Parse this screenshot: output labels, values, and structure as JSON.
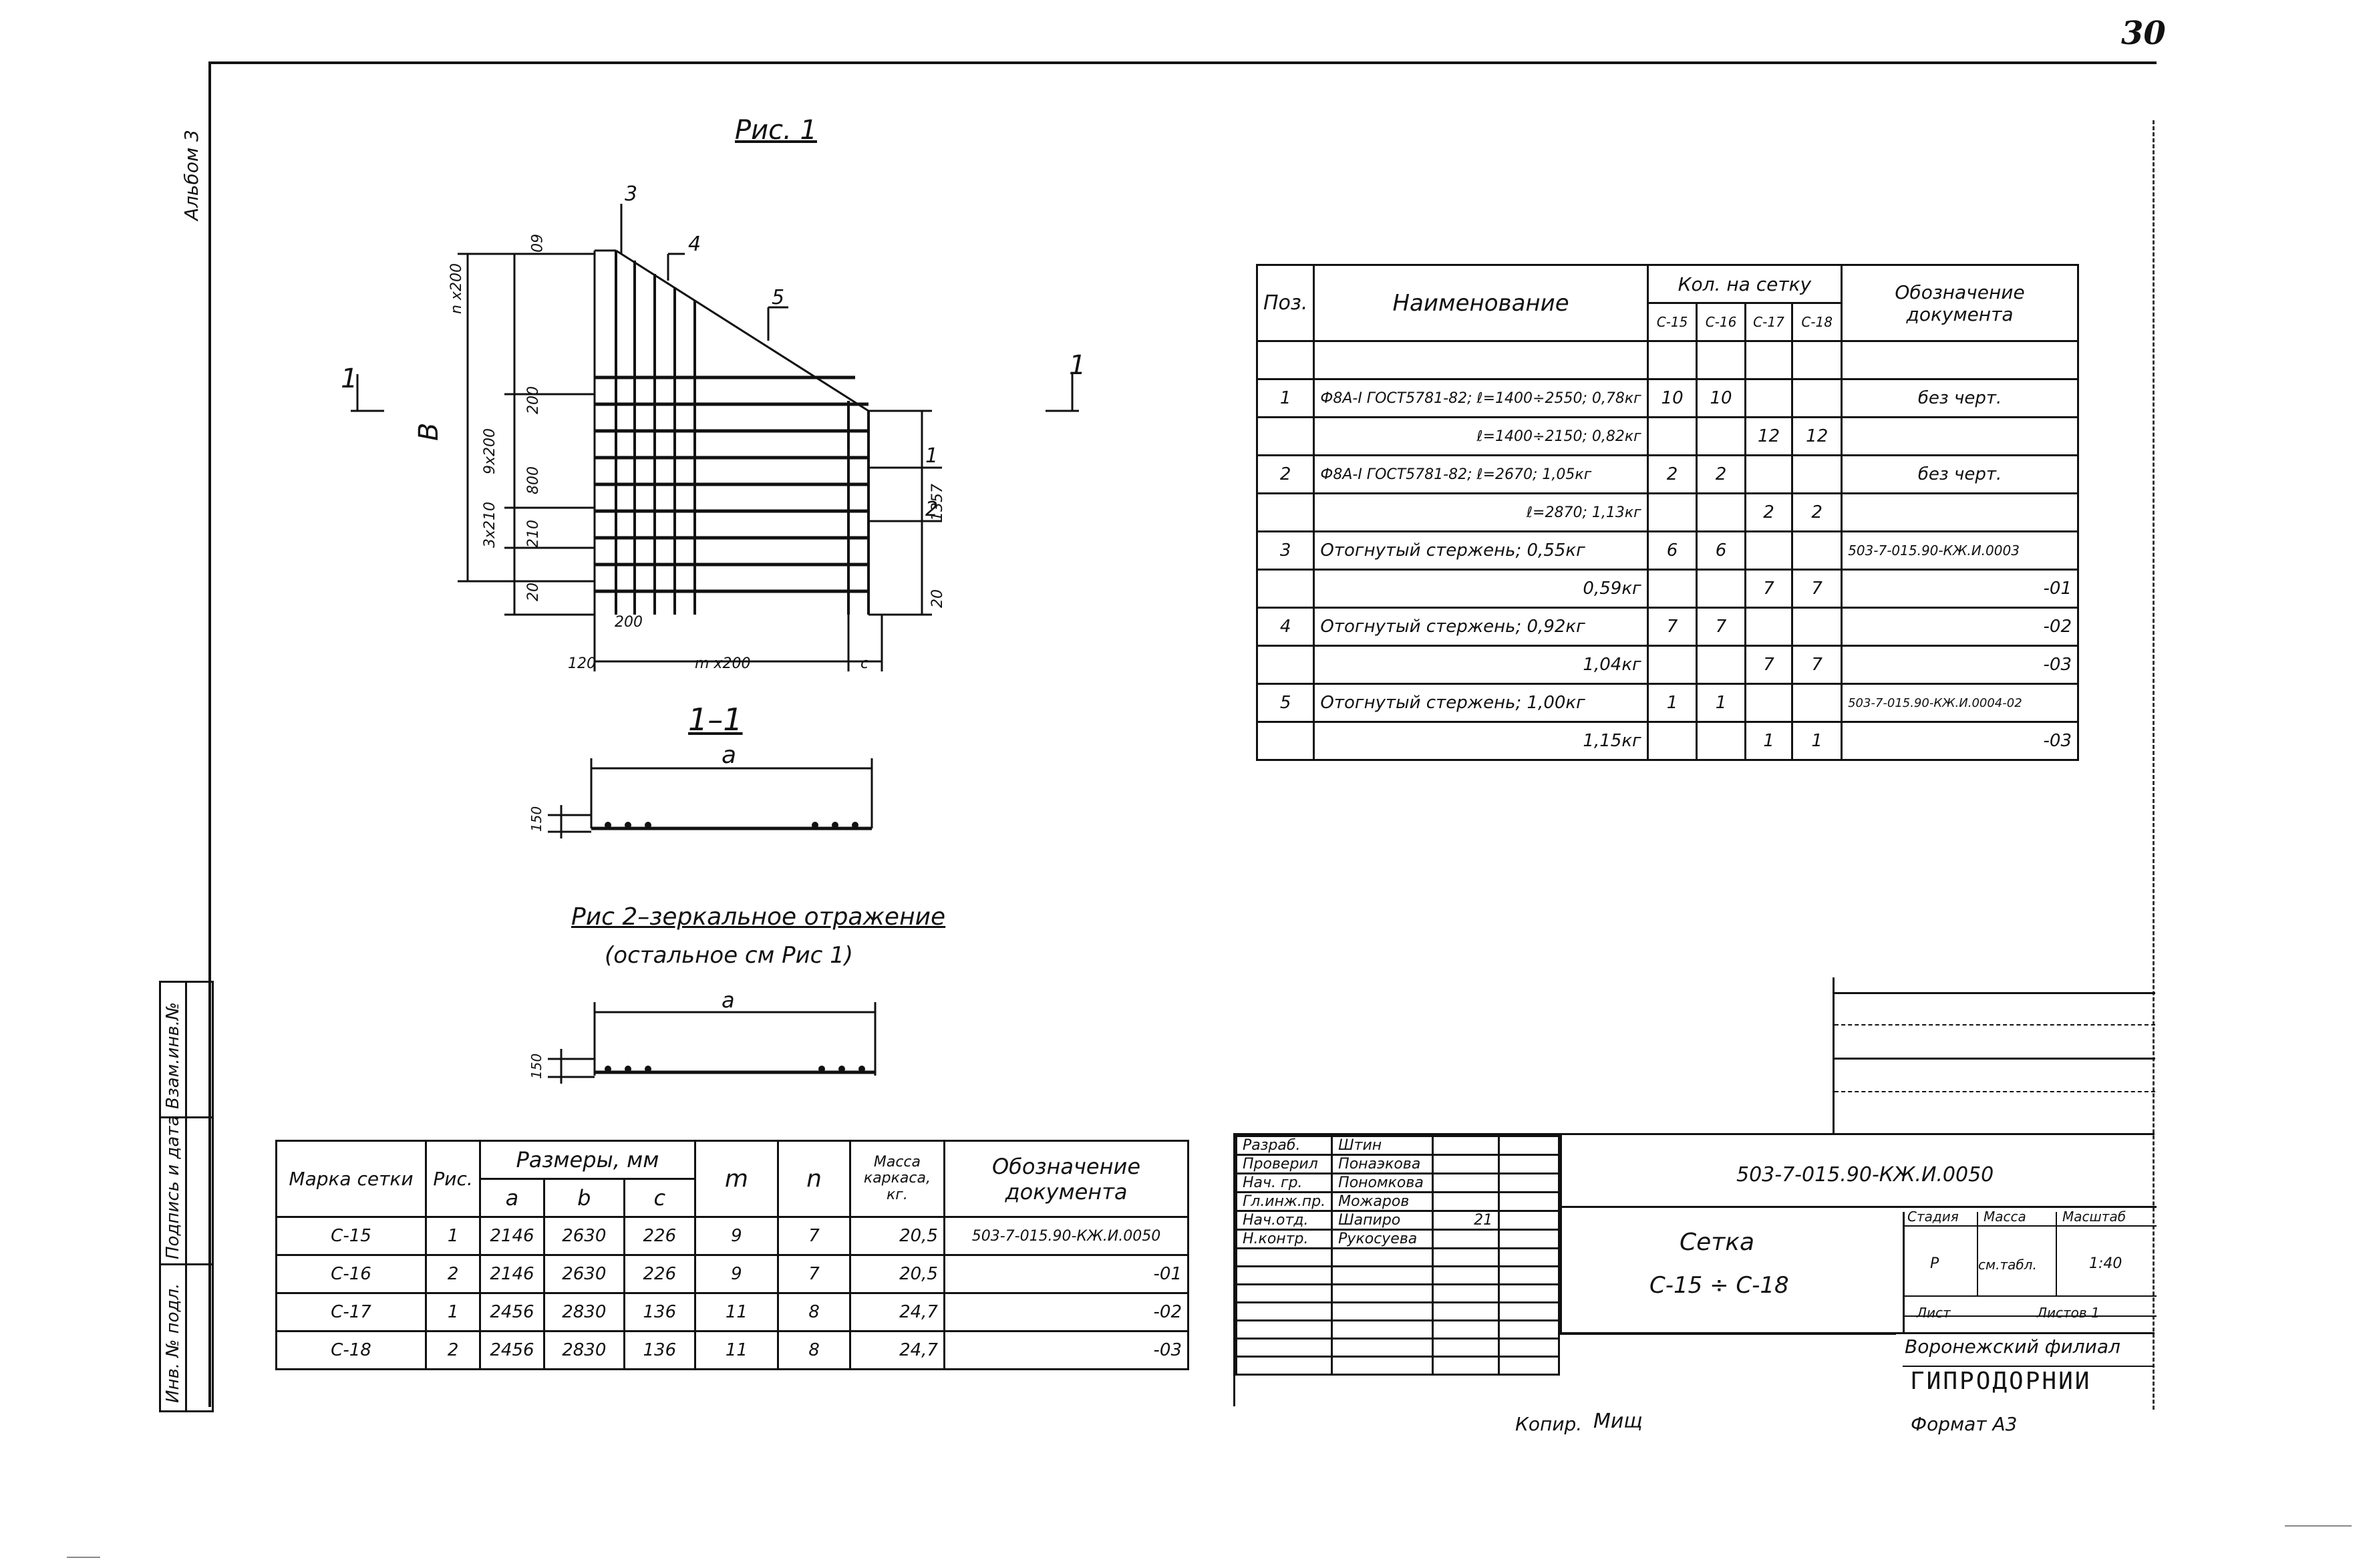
{
  "sheet_number": "30",
  "album": "Альбом 3",
  "fig1": {
    "title": "Рис. 1",
    "dims": [
      "60",
      "n x200",
      "B",
      "200",
      "9x200",
      "800",
      "3x210",
      "210",
      "20",
      "1357",
      "20",
      "120",
      "m x200",
      "c",
      "200"
    ],
    "callouts": [
      "3",
      "4",
      "5",
      "1",
      "2"
    ],
    "section_marks": [
      "1",
      "1"
    ]
  },
  "section11": {
    "title": "1–1",
    "dim_a": "a",
    "dim_h": "150"
  },
  "fig2": {
    "title": "Рис 2–зеркальное отражение",
    "subtitle": "(остальное см Рис 1)",
    "dim_a": "a",
    "dim_h": "150"
  },
  "spec_table": {
    "headers": {
      "pos": "Поз.",
      "name": "Наименование",
      "qty": "Кол. на сетку",
      "doc": "Обозначение документа",
      "c15": "С-15",
      "c16": "С-16",
      "c17": "С-17",
      "c18": "С-18"
    },
    "rows": [
      {
        "pos": "",
        "name": "",
        "c15": "",
        "c16": "",
        "c17": "",
        "c18": "",
        "doc": ""
      },
      {
        "pos": "1",
        "name": "Ф8А-I ГОСТ5781-82; ℓ=1400÷2550; 0,78кг",
        "c15": "10",
        "c16": "10",
        "c17": "",
        "c18": "",
        "doc": "без черт."
      },
      {
        "pos": "",
        "name": "ℓ=1400÷2150; 0,82кг",
        "c15": "",
        "c16": "",
        "c17": "12",
        "c18": "12",
        "doc": ""
      },
      {
        "pos": "2",
        "name": "Ф8А-I ГОСТ5781-82; ℓ=2670;   1,05кг",
        "c15": "2",
        "c16": "2",
        "c17": "",
        "c18": "",
        "doc": "без черт."
      },
      {
        "pos": "",
        "name": "ℓ=2870;   1,13кг",
        "c15": "",
        "c16": "",
        "c17": "2",
        "c18": "2",
        "doc": ""
      },
      {
        "pos": "3",
        "name": "Отогнутый стержень; 0,55кг",
        "c15": "6",
        "c16": "6",
        "c17": "",
        "c18": "",
        "doc": "503-7-015.90-КЖ.И.0003"
      },
      {
        "pos": "",
        "name": "0,59кг",
        "c15": "",
        "c16": "",
        "c17": "7",
        "c18": "7",
        "doc": "-01"
      },
      {
        "pos": "4",
        "name": "Отогнутый стержень; 0,92кг",
        "c15": "7",
        "c16": "7",
        "c17": "",
        "c18": "",
        "doc": "-02"
      },
      {
        "pos": "",
        "name": "1,04кг",
        "c15": "",
        "c16": "",
        "c17": "7",
        "c18": "7",
        "doc": "-03"
      },
      {
        "pos": "5",
        "name": "Отогнутый стержень; 1,00кг",
        "c15": "1",
        "c16": "1",
        "c17": "",
        "c18": "",
        "doc": "503-7-015.90-КЖ.И.0004-02"
      },
      {
        "pos": "",
        "name": "1,15кг",
        "c15": "",
        "c16": "",
        "c17": "1",
        "c18": "1",
        "doc": "-03"
      }
    ]
  },
  "marks_table": {
    "headers": {
      "mark": "Марка сетки",
      "fig": "Рис.",
      "dims": "Размеры, мм",
      "a": "a",
      "b": "b",
      "c": "c",
      "m": "m",
      "n": "n",
      "mass": "Масса каркаса, кг.",
      "doc": "Обозначение документа"
    },
    "rows": [
      {
        "mark": "С-15",
        "fig": "1",
        "a": "2146",
        "b": "2630",
        "c": "226",
        "m": "9",
        "n": "7",
        "mass": "20,5",
        "doc": "503-7-015.90-КЖ.И.0050"
      },
      {
        "mark": "С-16",
        "fig": "2",
        "a": "2146",
        "b": "2630",
        "c": "226",
        "m": "9",
        "n": "7",
        "mass": "20,5",
        "doc": "-01"
      },
      {
        "mark": "С-17",
        "fig": "1",
        "a": "2456",
        "b": "2830",
        "c": "136",
        "m": "11",
        "n": "8",
        "mass": "24,7",
        "doc": "-02"
      },
      {
        "mark": "С-18",
        "fig": "2",
        "a": "2456",
        "b": "2830",
        "c": "136",
        "m": "11",
        "n": "8",
        "mass": "24,7",
        "doc": "-03"
      }
    ]
  },
  "title_block": {
    "code": "503-7-015.90-КЖ.И.0050",
    "item_name": "Сетка",
    "item_range": "С-15 ÷ С-18",
    "stage_label": "Стадия",
    "mass_label": "Масса",
    "scale_label": "Масштаб",
    "stage": "Р",
    "mass": "см.табл.",
    "scale": "1:40",
    "sheet_label": "Лист",
    "sheets_label": "Листов 1",
    "org1": "Воронежский филиал",
    "org2": "ГИПРОДОРНИИ",
    "roles": [
      {
        "role": "Разраб.",
        "name": "Штин"
      },
      {
        "role": "Проверил",
        "name": "Понаэкова"
      },
      {
        "role": "Нач. гр.",
        "name": "Пономкова"
      },
      {
        "role": "Гл.инж.пр.",
        "name": "Можаров"
      },
      {
        "role": "Нач.отд.",
        "name": "Шапиро"
      },
      {
        "role": "Н.контр.",
        "name": "Рукосуева"
      }
    ],
    "sign_date": "21"
  },
  "footer": {
    "copied": "Копир.",
    "copier": "Мищ",
    "format": "Формат А3"
  },
  "side_strip": {
    "inv_no": "Инв. № подл.",
    "sign_date": "Подпись и дата",
    "replaced": "Взам.инв.№"
  }
}
